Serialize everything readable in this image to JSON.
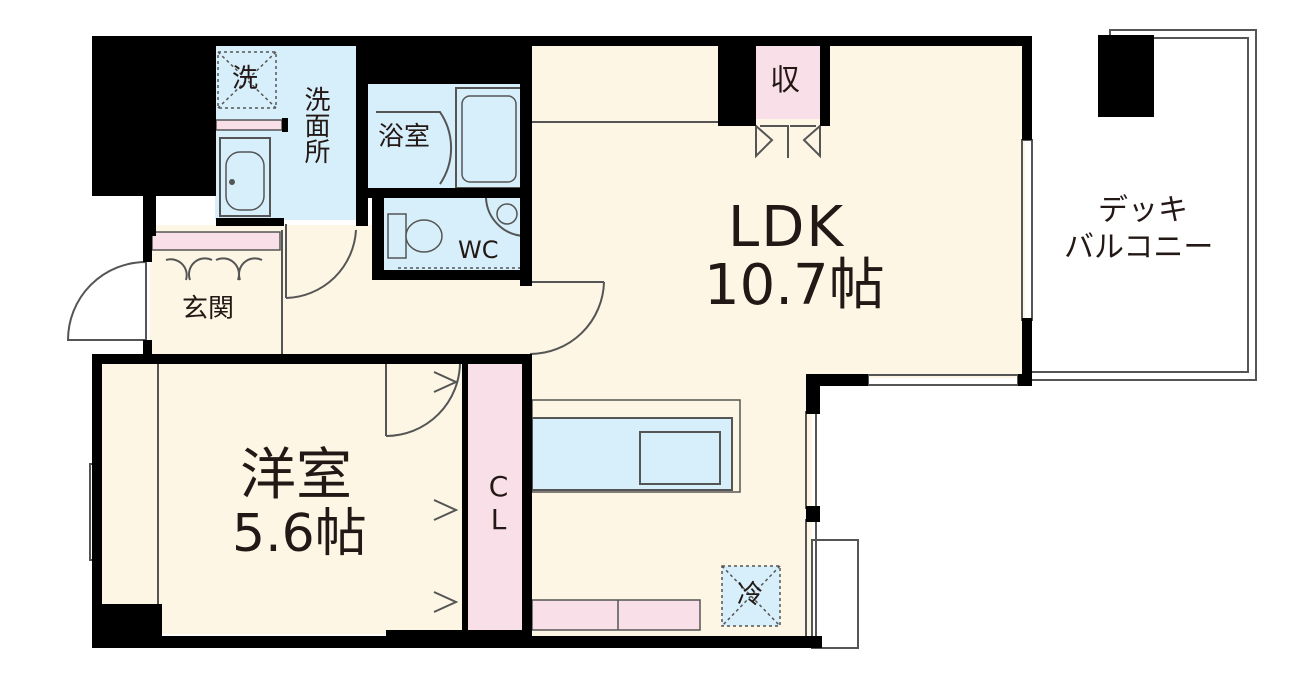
{
  "rooms": {
    "ldk": {
      "name": "LDK",
      "size": "10.7帖",
      "fill": "#fdf6e4"
    },
    "youshitsu": {
      "name": "洋室",
      "size": "5.6帖",
      "fill": "#fdf6e4"
    },
    "senmenjo": {
      "name": "洗面所",
      "fill": "#d7effa"
    },
    "yokushitsu": {
      "name": "浴室",
      "fill": "#d7effa"
    },
    "wc": {
      "name": "WC",
      "fill": "#d7effa"
    },
    "genkan": {
      "name": "玄関",
      "fill": "#fdf6e4"
    },
    "closet": {
      "name": "CL",
      "fill": "#f9dfe8"
    },
    "storage": {
      "name": "収",
      "fill": "#f9dfe8"
    },
    "balcony": {
      "line1": "デッキ",
      "line2": "バルコニー"
    }
  },
  "fixtures": {
    "washer": "洗",
    "fridge": "冷"
  },
  "colors": {
    "wall": "#000000",
    "floor": "#fdf6e4",
    "water": "#d7effa",
    "storage": "#f9dfe8",
    "line": "#555555"
  }
}
